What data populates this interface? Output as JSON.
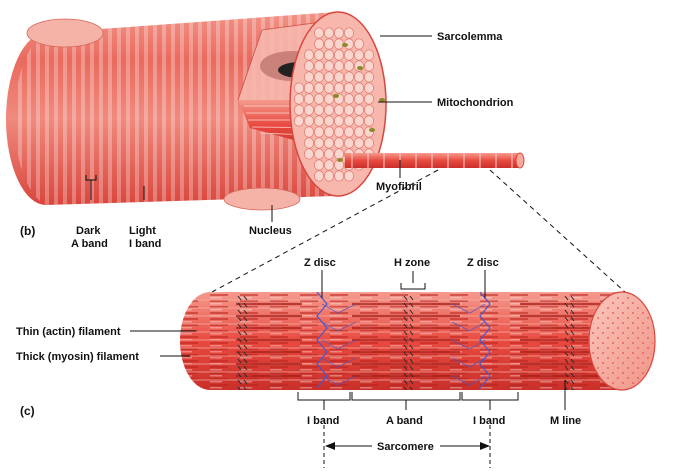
{
  "panel_b": {
    "letter": "(b)",
    "labels": {
      "sarcolemma": "Sarcolemma",
      "mitochondrion": "Mitochondrion",
      "myofibril": "Myofibril",
      "nucleus": "Nucleus",
      "dark_line1": "Dark",
      "dark_line2": "A band",
      "light_line1": "Light",
      "light_line2": "I band"
    }
  },
  "panel_c": {
    "letter": "(c)",
    "labels": {
      "z_disc_left": "Z disc",
      "h_zone": "H zone",
      "z_disc_right": "Z disc",
      "thin_filament": "Thin (actin) filament",
      "thick_filament": "Thick (myosin) filament",
      "i_band_left": "I band",
      "a_band": "A band",
      "i_band_right": "I band",
      "m_line": "M line",
      "sarcomere": "Sarcomere"
    }
  },
  "colors": {
    "muscle_red": "#e8403a",
    "muscle_light": "#f47a6c",
    "muscle_pale": "#f7a99c",
    "stripe_dark": "#c92a24",
    "mito_green": "#8a8a2a",
    "z_line_blue": "#4a55c8",
    "outline": "#111111"
  }
}
